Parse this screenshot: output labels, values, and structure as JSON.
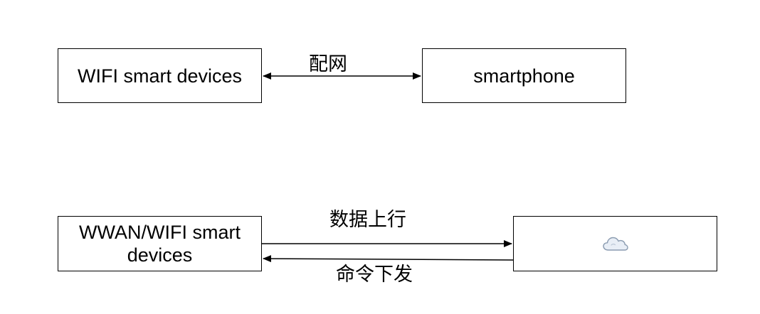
{
  "nodes": {
    "wifi_devices": {
      "label": "WIFI smart devices"
    },
    "smartphone": {
      "label": "smartphone"
    },
    "wwan_devices": {
      "label": "WWAN/WIFI smart devices"
    },
    "cloud": {
      "icon": "cloud-icon"
    }
  },
  "edges": {
    "pairing": {
      "label": "配网",
      "from": "wifi_devices",
      "to": "smartphone",
      "direction": "bidirectional"
    },
    "uplink": {
      "label": "数据上行",
      "from": "wwan_devices",
      "to": "cloud",
      "direction": "forward"
    },
    "downlink": {
      "label": "命令下发",
      "from": "cloud",
      "to": "wwan_devices",
      "direction": "forward"
    }
  },
  "colors": {
    "stroke": "#000000",
    "background": "#ffffff",
    "cloud_fill": "#e8eef6",
    "cloud_stroke": "#8a9bb0"
  }
}
